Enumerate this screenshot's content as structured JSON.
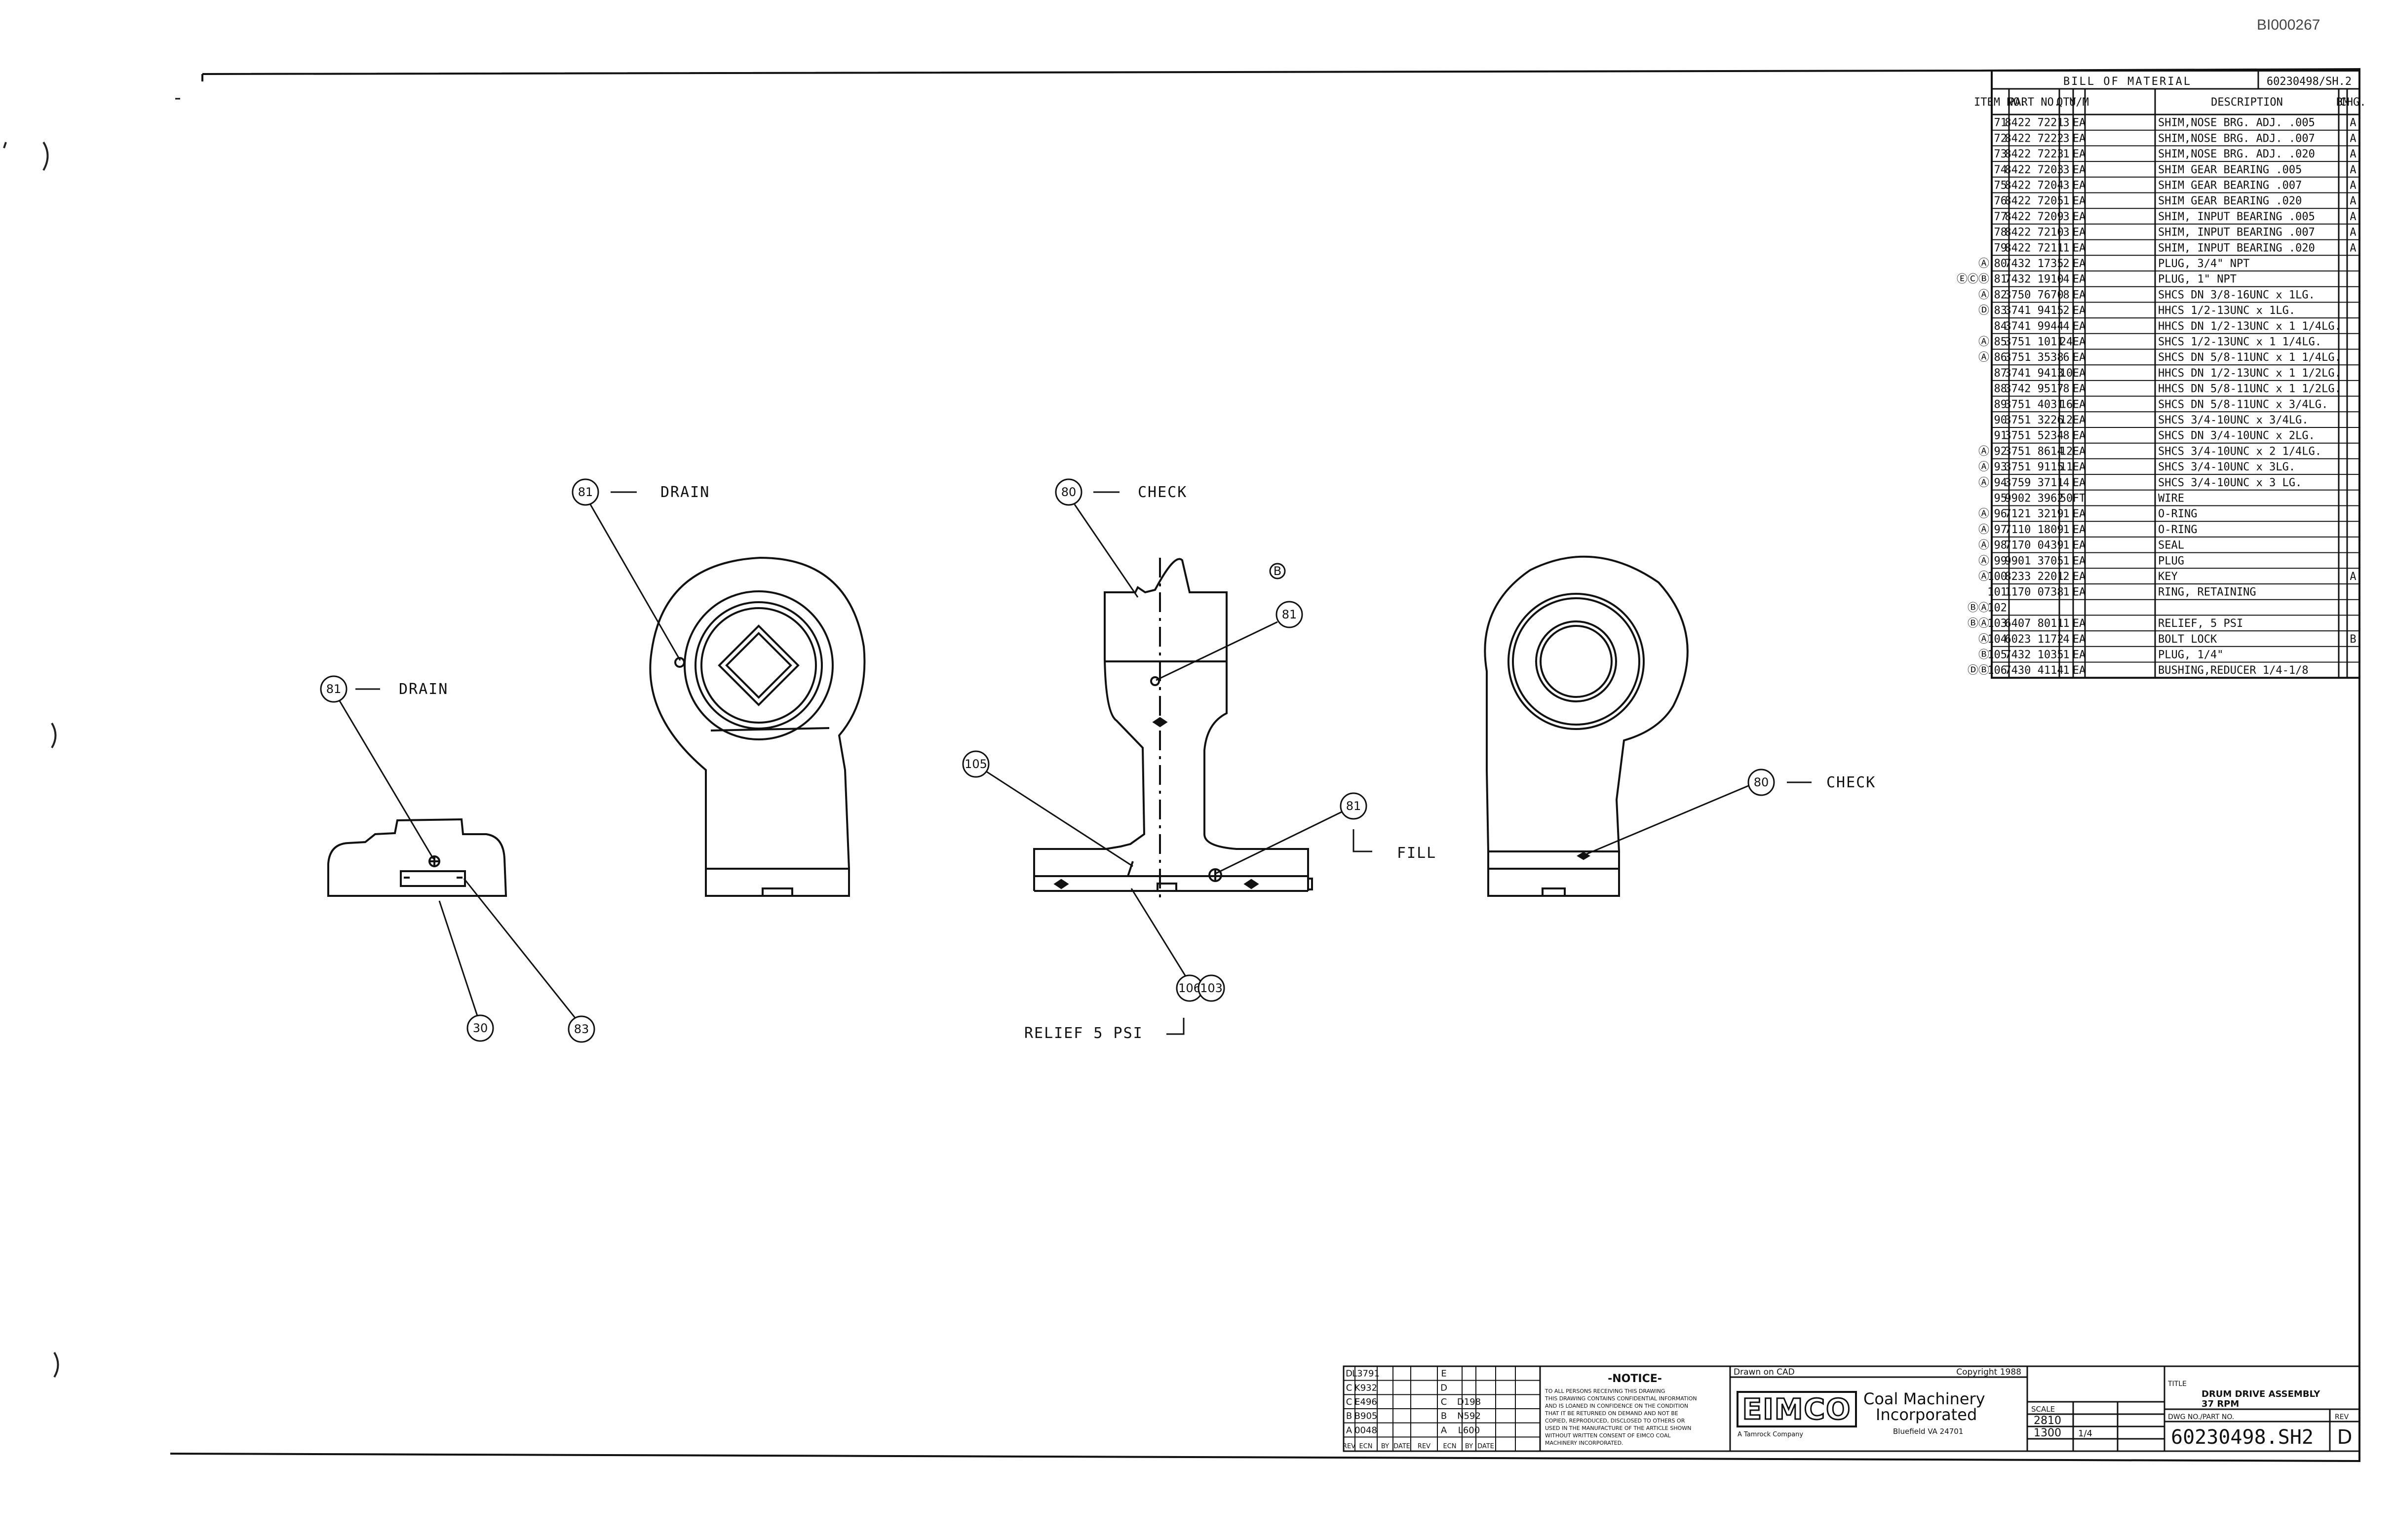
{
  "doc_id": "BI000267",
  "bom": {
    "title": "BILL OF MATERIAL",
    "ref": "60230498/SH.2",
    "headers": [
      "ITEM NO.",
      "PART NO.",
      "QTY",
      "U/M",
      "DESCRIPTION",
      "BM",
      "CHG."
    ],
    "rows": [
      {
        "mark": "",
        "item": "71",
        "part": "8422 7221",
        "qty": "3",
        "um": "EA",
        "desc": "SHIM,NOSE BRG. ADJ. .005",
        "bm": "",
        "chg": "A"
      },
      {
        "mark": "",
        "item": "72",
        "part": "8422 7222",
        "qty": "3",
        "um": "EA",
        "desc": "SHIM,NOSE BRG. ADJ. .007",
        "bm": "",
        "chg": "A"
      },
      {
        "mark": "",
        "item": "73",
        "part": "8422 7223",
        "qty": "1",
        "um": "EA",
        "desc": "SHIM,NOSE BRG. ADJ. .020",
        "bm": "",
        "chg": "A"
      },
      {
        "mark": "",
        "item": "74",
        "part": "8422 7203",
        "qty": "3",
        "um": "EA",
        "desc": "SHIM GEAR BEARING .005",
        "bm": "",
        "chg": "A"
      },
      {
        "mark": "",
        "item": "75",
        "part": "8422 7204",
        "qty": "3",
        "um": "EA",
        "desc": "SHIM GEAR BEARING .007",
        "bm": "",
        "chg": "A"
      },
      {
        "mark": "",
        "item": "76",
        "part": "8422 7205",
        "qty": "1",
        "um": "EA",
        "desc": "SHIM GEAR BEARING .020",
        "bm": "",
        "chg": "A"
      },
      {
        "mark": "",
        "item": "77",
        "part": "8422 7209",
        "qty": "3",
        "um": "EA",
        "desc": "SHIM, INPUT BEARING .005",
        "bm": "",
        "chg": "A"
      },
      {
        "mark": "",
        "item": "78",
        "part": "8422 7210",
        "qty": "3",
        "um": "EA",
        "desc": "SHIM, INPUT BEARING .007",
        "bm": "",
        "chg": "A"
      },
      {
        "mark": "",
        "item": "79",
        "part": "8422 7211",
        "qty": "1",
        "um": "EA",
        "desc": "SHIM, INPUT BEARING .020",
        "bm": "",
        "chg": "A"
      },
      {
        "mark": "Ⓐ",
        "item": "80",
        "part": "7432 1735",
        "qty": "2",
        "um": "EA",
        "desc": "PLUG, 3/4\" NPT",
        "bm": "",
        "chg": ""
      },
      {
        "mark": "ⒺⒸⒷ",
        "item": "81",
        "part": "7432 1910",
        "qty": "4",
        "um": "EA",
        "desc": "PLUG, 1\" NPT",
        "bm": "",
        "chg": ""
      },
      {
        "mark": "Ⓐ",
        "item": "82",
        "part": "3750 7670",
        "qty": "8",
        "um": "EA",
        "desc": "SHCS DN 3/8-16UNC x 1LG.",
        "bm": "",
        "chg": ""
      },
      {
        "mark": "Ⓓ",
        "item": "83",
        "part": "3741 9415",
        "qty": "2",
        "um": "EA",
        "desc": "HHCS 1/2-13UNC x 1LG.",
        "bm": "",
        "chg": ""
      },
      {
        "mark": "",
        "item": "84",
        "part": "3741 9944",
        "qty": "4",
        "um": "EA",
        "desc": "HHCS DN 1/2-13UNC x 1 1/4LG.",
        "bm": "",
        "chg": ""
      },
      {
        "mark": "Ⓐ",
        "item": "85",
        "part": "3751 1011",
        "qty": "24",
        "um": "EA",
        "desc": "SHCS 1/2-13UNC x 1 1/4LG.",
        "bm": "",
        "chg": ""
      },
      {
        "mark": "Ⓐ",
        "item": "86",
        "part": "3751 3538",
        "qty": "6",
        "um": "EA",
        "desc": "SHCS DN 5/8-11UNC x 1 1/4LG.",
        "bm": "",
        "chg": ""
      },
      {
        "mark": "",
        "item": "87",
        "part": "3741 9413",
        "qty": "10",
        "um": "EA",
        "desc": "HHCS DN 1/2-13UNC x 1 1/2LG.",
        "bm": "",
        "chg": ""
      },
      {
        "mark": "",
        "item": "88",
        "part": "3742 9517",
        "qty": "8",
        "um": "EA",
        "desc": "HHCS DN 5/8-11UNC x 1 1/2LG.",
        "bm": "",
        "chg": ""
      },
      {
        "mark": "",
        "item": "89",
        "part": "3751 4031",
        "qty": "16",
        "um": "EA",
        "desc": "SHCS DN 5/8-11UNC x 3/4LG.",
        "bm": "",
        "chg": ""
      },
      {
        "mark": "",
        "item": "90",
        "part": "3751 3226",
        "qty": "12",
        "um": "EA",
        "desc": "SHCS 3/4-10UNC x 3/4LG.",
        "bm": "",
        "chg": ""
      },
      {
        "mark": "",
        "item": "91",
        "part": "3751 5234",
        "qty": "8",
        "um": "EA",
        "desc": "SHCS DN 3/4-10UNC x 2LG.",
        "bm": "",
        "chg": ""
      },
      {
        "mark": "Ⓐ",
        "item": "92",
        "part": "3751 8614",
        "qty": "12",
        "um": "EA",
        "desc": "SHCS 3/4-10UNC x 2 1/4LG.",
        "bm": "",
        "chg": ""
      },
      {
        "mark": "Ⓐ",
        "item": "93",
        "part": "3751 9115",
        "qty": "11",
        "um": "EA",
        "desc": "SHCS 3/4-10UNC x 3LG.",
        "bm": "",
        "chg": ""
      },
      {
        "mark": "Ⓐ",
        "item": "94",
        "part": "3759 3711",
        "qty": "4",
        "um": "EA",
        "desc": "SHCS 3/4-10UNC x 3 LG.",
        "bm": "",
        "chg": ""
      },
      {
        "mark": "",
        "item": "95",
        "part": "9902 3962",
        "qty": "50",
        "um": "FT",
        "desc": "WIRE",
        "bm": "",
        "chg": ""
      },
      {
        "mark": "Ⓐ",
        "item": "96",
        "part": "7121 3219",
        "qty": "1",
        "um": "EA",
        "desc": "O-RING",
        "bm": "",
        "chg": ""
      },
      {
        "mark": "Ⓐ",
        "item": "97",
        "part": "7110 1809",
        "qty": "1",
        "um": "EA",
        "desc": "O-RING",
        "bm": "",
        "chg": ""
      },
      {
        "mark": "Ⓐ",
        "item": "98",
        "part": "7170 0439",
        "qty": "1",
        "um": "EA",
        "desc": "SEAL",
        "bm": "",
        "chg": ""
      },
      {
        "mark": "Ⓐ",
        "item": "99",
        "part": "9901 3705",
        "qty": "1",
        "um": "EA",
        "desc": "PLUG",
        "bm": "",
        "chg": ""
      },
      {
        "mark": "Ⓐ",
        "item": "100",
        "part": "8233 2201",
        "qty": "2",
        "um": "EA",
        "desc": "KEY",
        "bm": "",
        "chg": "A"
      },
      {
        "mark": "",
        "item": "101",
        "part": "1170 0738",
        "qty": "1",
        "um": "EA",
        "desc": "RING, RETAINING",
        "bm": "",
        "chg": ""
      },
      {
        "mark": "ⒷⒶ",
        "item": "102",
        "part": "",
        "qty": "",
        "um": "",
        "desc": "",
        "bm": "",
        "chg": ""
      },
      {
        "mark": "ⒷⒶ",
        "item": "103",
        "part": "6407 8011",
        "qty": "1",
        "um": "EA",
        "desc": "RELIEF, 5 PSI",
        "bm": "",
        "chg": ""
      },
      {
        "mark": "Ⓐ",
        "item": "104",
        "part": "6023 1172",
        "qty": "4",
        "um": "EA",
        "desc": "BOLT LOCK",
        "bm": "",
        "chg": "B"
      },
      {
        "mark": "Ⓑ",
        "item": "105",
        "part": "7432 1035",
        "qty": "1",
        "um": "EA",
        "desc": "PLUG, 1/4\"",
        "bm": "",
        "chg": ""
      },
      {
        "mark": "ⒹⒷ",
        "item": "106",
        "part": "7430 4114",
        "qty": "1",
        "um": "EA",
        "desc": "BUSHING,REDUCER 1/4-1/8",
        "bm": "",
        "chg": ""
      }
    ]
  },
  "callouts": {
    "drain_label": "DRAIN",
    "check_label": "CHECK",
    "fill_label": "FILL",
    "relief_label": "RELIEF 5 PSI",
    "b81": "81",
    "b80": "80",
    "b30": "30",
    "b83": "83",
    "b105": "105",
    "b106": "106",
    "b103": "103",
    "rev_b": "B"
  },
  "revisions": {
    "rows": [
      {
        "rev": "D",
        "ecn": "L3791",
        "rev2": "E",
        "ecn2": ""
      },
      {
        "rev": "C",
        "ecn": "K932",
        "rev2": "D",
        "ecn2": ""
      },
      {
        "rev": "C",
        "ecn": "E496",
        "rev2": "C",
        "ecn2": "D198"
      },
      {
        "rev": "B",
        "ecn": "B905",
        "rev2": "B",
        "ecn2": "N592"
      },
      {
        "rev": "A",
        "ecn": "0048",
        "rev2": "A",
        "ecn2": "L600"
      }
    ],
    "headers": [
      "REV",
      "ECN",
      "BY",
      "DATE",
      "REV",
      "ECN",
      "BY",
      "DATE"
    ]
  },
  "notice": {
    "title": "-NOTICE-",
    "lines": [
      "TO ALL PERSONS RECEIVING THIS DRAWING",
      "THIS DRAWING CONTAINS CONFIDENTIAL INFORMATION",
      "AND IS LOANED IN CONFIDENCE ON THE CONDITION",
      "THAT IT BE RETURNED ON DEMAND AND NOT BE",
      "COPIED, REPRODUCED, DISCLOSED TO OTHERS OR",
      "USED IN THE MANUFACTURE OF THE ARTICLE SHOWN",
      "WITHOUT WRITTEN CONSENT OF EIMCO COAL",
      "MACHINERY INCORPORATED."
    ]
  },
  "title_block": {
    "drawn_on": "Drawn on CAD",
    "copyright": "Copyright 1988",
    "logo": "EIMCO",
    "company_line1": "Coal Machinery",
    "company_line2": "Incorporated",
    "subsidiary": "A Tamrock Company",
    "location": "Bluefield VA 24701",
    "title_label": "TITLE",
    "title_line1": "DRUM DRIVE ASSEMBLY",
    "title_line2": "37 RPM",
    "dwg_label": "DWG NO./PART NO.",
    "dwg_no": "60230498.SH2",
    "rev_label": "REV",
    "rev": "D",
    "drawn": "2810",
    "checked": "1300",
    "scale_label": "SCALE",
    "scale": "1/4"
  }
}
